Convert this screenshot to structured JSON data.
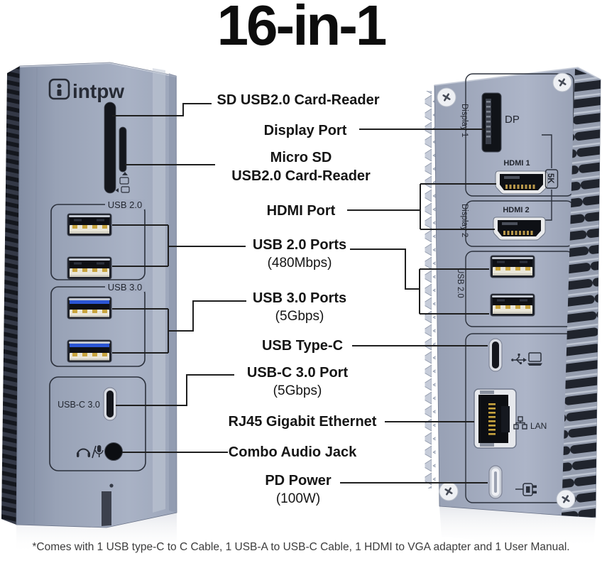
{
  "title": "16-in-1",
  "brand": {
    "name": "intpw"
  },
  "callouts": {
    "sd": "SD USB2.0 Card-Reader",
    "display_port": "Display Port",
    "micro_sd_1": "Micro SD",
    "micro_sd_2": "USB2.0 Card-Reader",
    "hdmi": "HDMI Port",
    "usb2": "USB 2.0 Ports",
    "usb2_speed": "(480Mbps)",
    "usb3": "USB 3.0 Ports",
    "usb3_speed": "(5Gbps)",
    "type_c": "USB Type-C",
    "usbc3": "USB-C 3.0 Port",
    "usbc3_speed": "(5Gbps)",
    "rj45": "RJ45 Gigabit Ethernet",
    "audio": "Combo Audio Jack",
    "pd": "PD Power",
    "pd_power": "(100W)"
  },
  "front_device": {
    "usb2_section": "USB 2.0",
    "usb3_section": "USB 3.0",
    "usbc_section": "USB-C 3.0"
  },
  "rear_device": {
    "dp": "DP",
    "display1": "Display 1",
    "display2": "Display 2",
    "hdmi1": "HDMI 1",
    "hdmi2": "HDMI 2",
    "resolution": "5K",
    "usb2_section": "USB 2.0",
    "lan": "LAN"
  },
  "footnote": "*Comes with 1 USB type-C to C Cable, 1 USB-A to USB-C Cable, 1 HDMI to VGA adapter and 1 User Manual.",
  "colors": {
    "body": "#a3adc0",
    "usb3_blue": "#2b55d4",
    "line": "#1f1f1f"
  }
}
